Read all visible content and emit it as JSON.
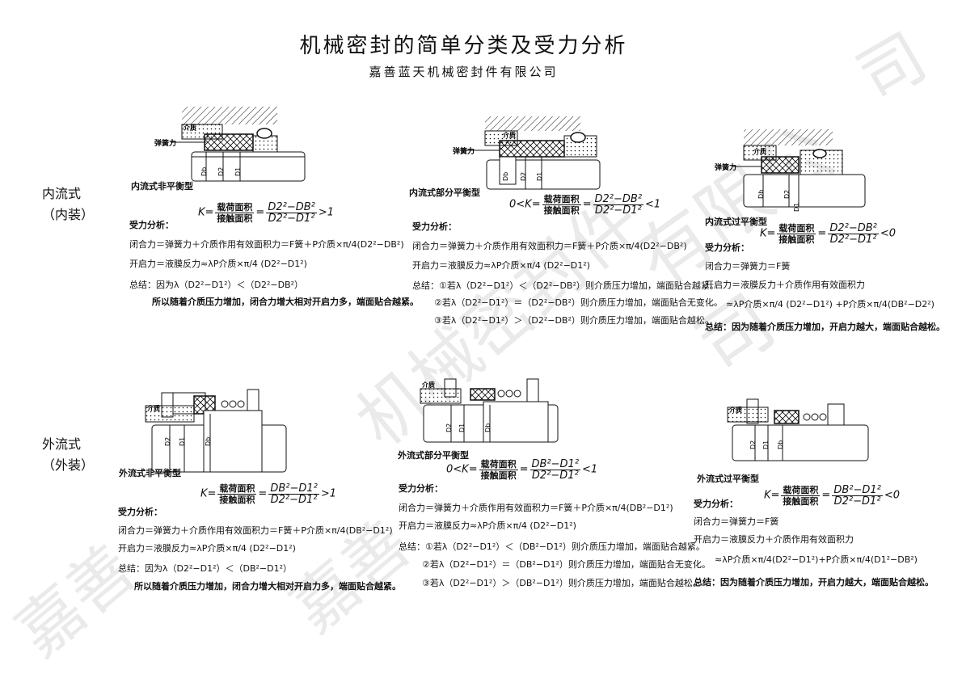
{
  "title": "机械密封的简单分类及受力分析",
  "subtitle": "嘉善蓝天机械密封件有限公司",
  "row_labels": {
    "inner": [
      "内流式",
      "（内装）"
    ],
    "outer": [
      "外流式",
      "（外装）"
    ]
  },
  "diagram_labels": {
    "spring_force": "弹簧力",
    "medium": "介质",
    "db": "Db",
    "d1": "D1",
    "d2": "D2"
  },
  "panels": {
    "p1": {
      "caption": "内流式非平衡型",
      "force_label": "受力分析：",
      "k_left": "K=",
      "k_num": "载荷面积",
      "k_den": "接触面积",
      "k_eq": "=",
      "k_mnum": "D2²−DB²",
      "k_mden": "D2²−D1²",
      "k_cmp": ">1",
      "closing": "闭合力＝弹簧力＋介质作用有效面积力＝F簧＋P介质×π/4(D2²−DB²)",
      "opening": "开启力＝液膜反力≈λP介质×π/4 (D2²−D1²)",
      "summary1": "总结：因为λ（D2²−D1²）＜（D2²−DB²）",
      "summary2": "所以随着介质压力增加，闭合力增大相对开启力多，端面贴合越紧。"
    },
    "p2": {
      "caption": "内流式部分平衡型",
      "force_label": "受力分析：",
      "k_left": "0<K=",
      "k_num": "载荷面积",
      "k_den": "接触面积",
      "k_eq": "=",
      "k_mnum": "D2²−DB²",
      "k_mden": "D2²−D1²",
      "k_cmp": "<1",
      "closing": "闭合力＝弹簧力＋介质作用有效面积力＝F簧＋P介质×π/4(D2²−DB²)",
      "opening": "开启力＝液膜反力≈λP介质×π/4 (D2²−D1²)",
      "summary1": "总结：①若λ（D2²−D1²）＜（D2²−DB²）则介质压力增加，端面贴合越紧。",
      "summary2": "②若λ（D2²−D1²）＝（D2²−DB²）则介质压力增加，端面贴合无变化。",
      "summary3": "③若λ（D2²−D1²）＞（D2²−DB²）则介质压力增加，端面贴合越松。"
    },
    "p3": {
      "caption": "内流式过平衡型",
      "force_label": "受力分析：",
      "k_left": "K=",
      "k_num": "载荷面积",
      "k_den": "接触面积",
      "k_eq": "=",
      "k_mnum": "D2²−DB²",
      "k_mden": "D2²−D1²",
      "k_cmp": "<0",
      "closing": "闭合力＝弹簧力＝F簧",
      "opening": "开启力＝液膜反力＋介质作用有效面积力",
      "opening2": "≈λP介质×π/4 (D2²−D1²) +P介质×π/4(DB²−D2²)",
      "summary1": "总结：因为随着介质压力增加，开启力越大，端面贴合越松。"
    },
    "p4": {
      "caption": "外流式非平衡型",
      "force_label": "受力分析：",
      "k_left": "K=",
      "k_num": "载荷面积",
      "k_den": "接触面积",
      "k_eq": "=",
      "k_mnum": "DB²−D1²",
      "k_mden": "D2²−D1²",
      "k_cmp": ">1",
      "closing": "闭合力＝弹簧力＋介质作用有效面积力＝F簧＋P介质×π/4(DB²−D1²)",
      "opening": "开启力＝液膜反力≈λP介质×π/4 (D2²−D1²)",
      "summary1": "总结：因为λ（D2²−D1²）＜（DB²−D1²）",
      "summary2": "所以随着介质压力增加，闭合力增大相对开启力多，端面贴合越紧。"
    },
    "p5": {
      "caption": "外流式部分平衡型",
      "force_label": "受力分析：",
      "k_left": "0<K=",
      "k_num": "载荷面积",
      "k_den": "接触面积",
      "k_eq": "=",
      "k_mnum": "DB²−D1²",
      "k_mden": "D2²−D1²",
      "k_cmp": "<1",
      "closing": "闭合力＝弹簧力＋介质作用有效面积力＝F簧＋P介质×π/4(DB²−D1²)",
      "opening": "开启力＝液膜反力≈λP介质×π/4 (D2²−D1²)",
      "summary1": "总结：①若λ（D2²−D1²）＜（DB²−D1²）则介质压力增加，端面贴合越紧。",
      "summary2": "②若λ（D2²−D1²）＝（DB²−D1²）则介质压力增加，端面贴合无变化。",
      "summary3": "③若λ（D2²−D1²）＞（DB²−D1²）则介质压力增加，端面贴合越松。"
    },
    "p6": {
      "caption": "外流式过平衡型",
      "force_label": "受力分析：",
      "k_left": "K=",
      "k_num": "载荷面积",
      "k_den": "接触面积",
      "k_eq": "=",
      "k_mnum": "DB²−D1²",
      "k_mden": "D2²−D1²",
      "k_cmp": "<0",
      "closing": "闭合力＝弹簧力＝F簧",
      "opening": "开启力＝液膜反力＋介质作用有效面积力",
      "opening2": "≈λP介质×π/4(D2²−D1²)+P介质×π/4(D1²−DB²)",
      "summary1": "总结：因为随着介质压力增加，开启力越大，端面贴合越松。"
    }
  },
  "watermark": {
    "top_right": "司",
    "mid1": "有限公司",
    "mid2": "机械密封件",
    "mid3": "嘉善",
    "bottom_left": "嘉善",
    "bottom_mid": "嘉善"
  }
}
